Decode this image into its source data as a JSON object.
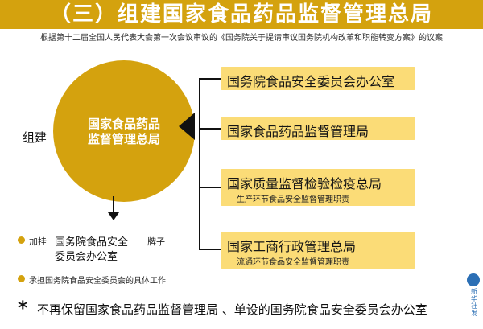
{
  "title": "（三）组建国家食品药品监督管理总局",
  "subtitle": "根据第十二届全国人民代表大会第一次会议审议的《国务院关于提请审议国务院机构改革和职能转变方案》的议案",
  "left": {
    "zujian_label": "组建",
    "circle_line1": "国家食品药品",
    "circle_line2": "监督管理总局",
    "plaque_prefix": "加挂",
    "plaque_name_line1": "国务院食品安全",
    "plaque_name_line2": "委员会办公室",
    "plaque_suffix": "牌子",
    "undertake": "承担国务院食品安全委员会的具体工作"
  },
  "boxes": [
    {
      "name": "国务院食品安全委员会办公室",
      "note": ""
    },
    {
      "name": "国家食品药品监督管理局",
      "note": ""
    },
    {
      "name": "国家质量监督检验检疫总局",
      "note": "生产环节食品安全监督管理职责"
    },
    {
      "name": "国家工商行政管理总局",
      "note": "流通环节食品安全监督管理职责"
    }
  ],
  "bottom_note": "不再保留国家食品药品监督管理局 、单设的国务院食品安全委员会办公室",
  "asterisk": "*",
  "logo_text": "新华社发",
  "colors": {
    "gold": "#d4a20e",
    "box": "#fbdc77",
    "logo_blue": "#2b6fb5"
  }
}
